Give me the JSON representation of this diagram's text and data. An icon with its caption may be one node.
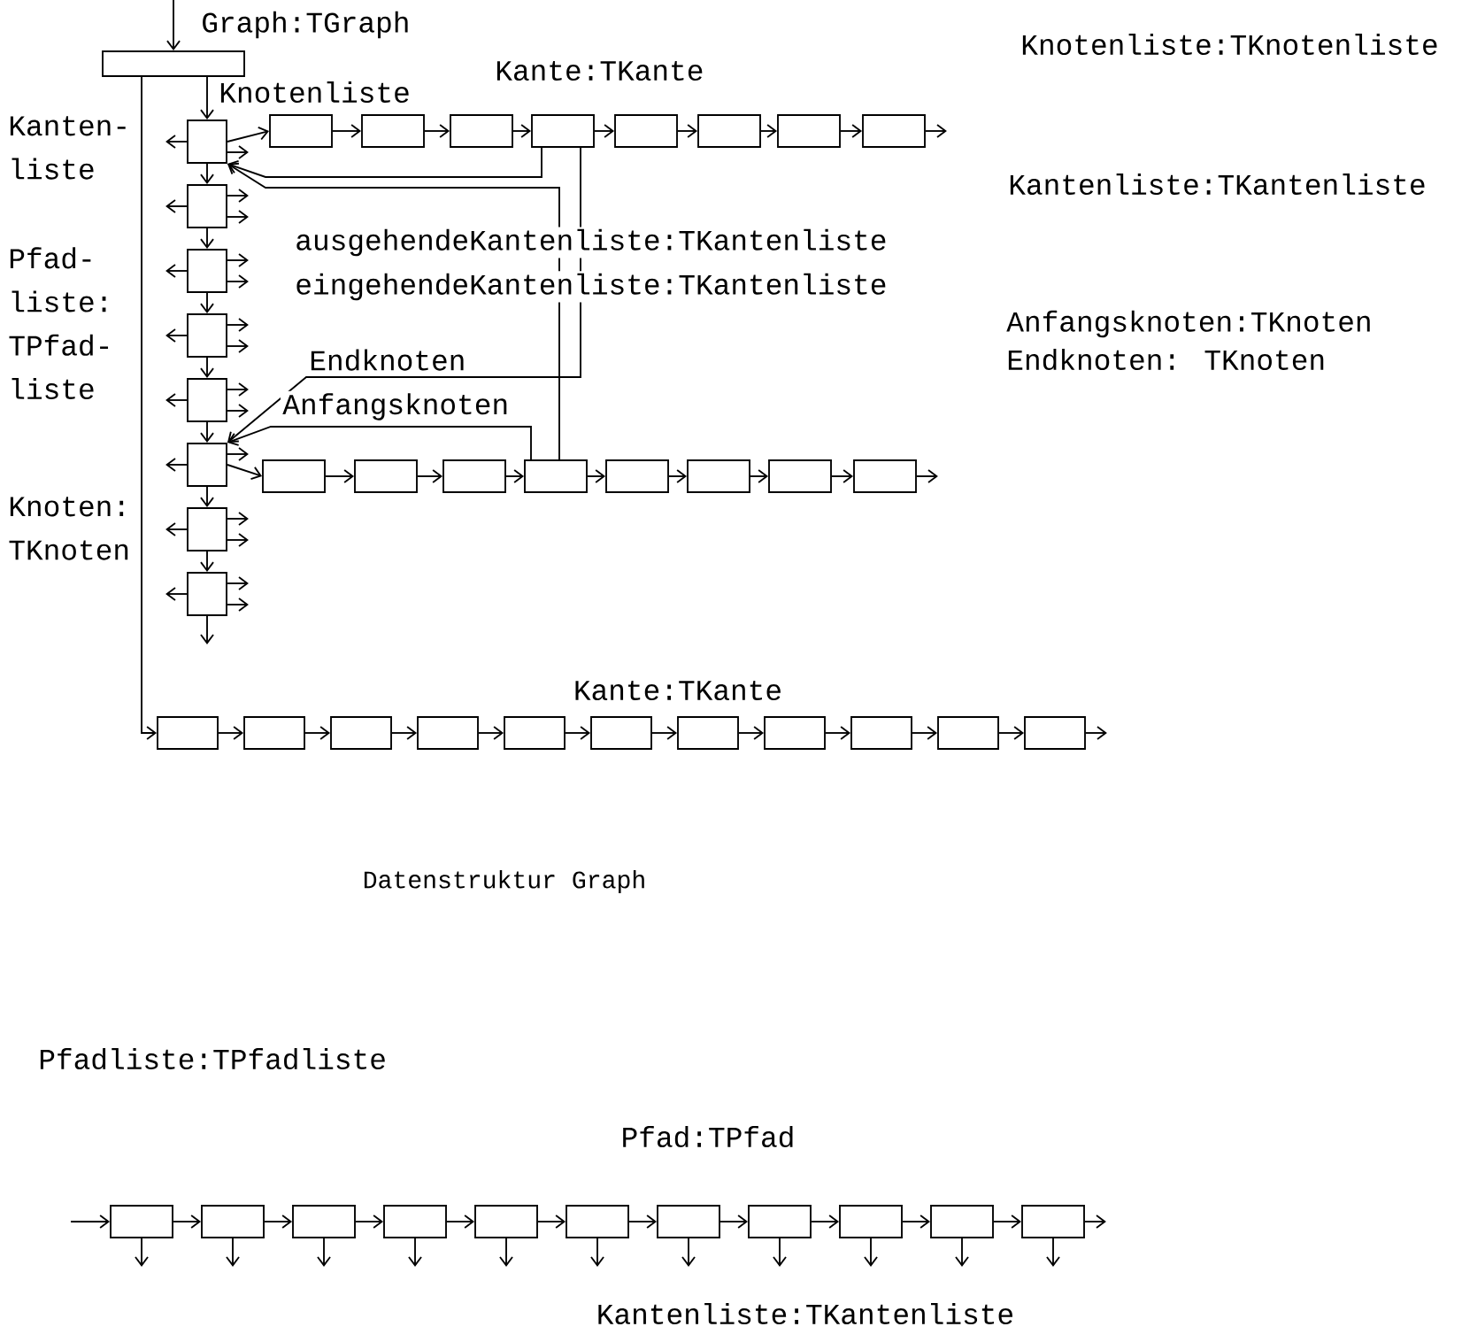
{
  "diagram": {
    "caption": "Datenstruktur Graph",
    "nodes": [
      {
        "text": [],
        "shape": "box"
      },
      {
        "text": [],
        "shape": "box"
      },
      {
        "text": [],
        "shape": "box"
      },
      {
        "text": [],
        "shape": "box"
      },
      {
        "text": [],
        "shape": "box"
      },
      {
        "text": [],
        "shape": "box"
      },
      {
        "text": [],
        "shape": "box"
      },
      {
        "text": [],
        "shape": "box"
      },
      {
        "text": [],
        "shape": "box"
      },
      {
        "text": [],
        "shape": "box"
      },
      {
        "text": [],
        "shape": "box"
      },
      {
        "text": [],
        "shape": "box"
      },
      {
        "text": [],
        "shape": "box"
      },
      {
        "text": [],
        "shape": "box"
      },
      {
        "text": [],
        "shape": "box"
      },
      {
        "text": [],
        "shape": "box"
      },
      {
        "text": [],
        "shape": "box"
      },
      {
        "text": [],
        "shape": "box"
      },
      {
        "text": [],
        "shape": "box"
      },
      {
        "text": [],
        "shape": "box"
      },
      {
        "text": [],
        "shape": "box"
      },
      {
        "text": [],
        "shape": "box"
      },
      {
        "text": [],
        "shape": "box"
      },
      {
        "text": [],
        "shape": "box"
      },
      {
        "text": [],
        "shape": "box"
      },
      {
        "text": [],
        "shape": "box"
      },
      {
        "text": [],
        "shape": "box"
      },
      {
        "text": [],
        "shape": "box"
      },
      {
        "text": [],
        "shape": "box"
      },
      {
        "text": [],
        "shape": "box"
      },
      {
        "text": [],
        "shape": "box"
      },
      {
        "text": [],
        "shape": "box"
      },
      {
        "text": [],
        "shape": "box"
      },
      {
        "text": [],
        "shape": "box"
      },
      {
        "text": [],
        "shape": "box"
      },
      {
        "text": [],
        "shape": "box"
      },
      {
        "text": [],
        "shape": "box"
      },
      {
        "text": [],
        "shape": "box"
      },
      {
        "text": [],
        "shape": "box"
      },
      {
        "text": [],
        "shape": "box"
      },
      {
        "text": [],
        "shape": "box"
      },
      {
        "text": [],
        "shape": "box"
      },
      {
        "text": [],
        "shape": "box"
      },
      {
        "text": [],
        "shape": "box"
      },
      {
        "text": [],
        "shape": "box"
      },
      {
        "text": [],
        "shape": "box"
      },
      {
        "text": [],
        "shape": "box"
      }
    ],
    "edges": [
      {
        "from": null,
        "to": 0,
        "arrow": "to"
      },
      {
        "from": 0,
        "to": 1,
        "arrow": "to"
      },
      {
        "from": 0,
        "to": 25,
        "arrow": "to"
      },
      {
        "from": 1,
        "to": null,
        "arrow": "to"
      },
      {
        "from": 1,
        "to": 9,
        "arrow": "to"
      },
      {
        "from": 1,
        "to": null,
        "arrow": "to"
      },
      {
        "from": 1,
        "to": 2,
        "arrow": "to"
      },
      {
        "from": 2,
        "to": null,
        "arrow": "to"
      },
      {
        "from": 2,
        "to": null,
        "arrow": "to"
      },
      {
        "from": 2,
        "to": null,
        "arrow": "to"
      },
      {
        "from": 2,
        "to": 3,
        "arrow": "to"
      },
      {
        "from": 3,
        "to": null,
        "arrow": "to"
      },
      {
        "from": 3,
        "to": null,
        "arrow": "to"
      },
      {
        "from": 3,
        "to": null,
        "arrow": "to"
      },
      {
        "from": 3,
        "to": 4,
        "arrow": "to"
      },
      {
        "from": 4,
        "to": null,
        "arrow": "to"
      },
      {
        "from": 4,
        "to": null,
        "arrow": "to"
      },
      {
        "from": 4,
        "to": null,
        "arrow": "to"
      },
      {
        "from": 4,
        "to": 5,
        "arrow": "to"
      },
      {
        "from": 5,
        "to": null,
        "arrow": "to"
      },
      {
        "from": 5,
        "to": null,
        "arrow": "to"
      },
      {
        "from": 5,
        "to": null,
        "arrow": "to"
      },
      {
        "from": 5,
        "to": 6,
        "arrow": "to"
      },
      {
        "from": 6,
        "to": null,
        "arrow": "to"
      },
      {
        "from": 6,
        "to": null,
        "arrow": "to"
      },
      {
        "from": 6,
        "to": 17,
        "arrow": "to"
      },
      {
        "from": 6,
        "to": 7,
        "arrow": "to"
      },
      {
        "from": 7,
        "to": null,
        "arrow": "to"
      },
      {
        "from": 7,
        "to": null,
        "arrow": "to"
      },
      {
        "from": 7,
        "to": null,
        "arrow": "to"
      },
      {
        "from": 7,
        "to": 8,
        "arrow": "to"
      },
      {
        "from": 8,
        "to": null,
        "arrow": "to"
      },
      {
        "from": 8,
        "to": null,
        "arrow": "to"
      },
      {
        "from": 8,
        "to": null,
        "arrow": "to"
      },
      {
        "from": 8,
        "to": null,
        "arrow": "to"
      },
      {
        "from": 9,
        "to": 10,
        "arrow": "to"
      },
      {
        "from": 10,
        "to": 11,
        "arrow": "to"
      },
      {
        "from": 11,
        "to": 12,
        "arrow": "to"
      },
      {
        "from": 12,
        "to": 13,
        "arrow": "to"
      },
      {
        "from": 13,
        "to": 14,
        "arrow": "to"
      },
      {
        "from": 14,
        "to": 15,
        "arrow": "to"
      },
      {
        "from": 15,
        "to": 16,
        "arrow": "to"
      },
      {
        "from": 16,
        "to": null,
        "arrow": "to"
      },
      {
        "from": 17,
        "to": 18,
        "arrow": "to"
      },
      {
        "from": 18,
        "to": 19,
        "arrow": "to"
      },
      {
        "from": 19,
        "to": 20,
        "arrow": "to"
      },
      {
        "from": 20,
        "to": 21,
        "arrow": "to"
      },
      {
        "from": 21,
        "to": 22,
        "arrow": "to"
      },
      {
        "from": 22,
        "to": 23,
        "arrow": "to"
      },
      {
        "from": 23,
        "to": 24,
        "arrow": "to"
      },
      {
        "from": 24,
        "to": null,
        "arrow": "to"
      },
      {
        "from": 25,
        "to": 26,
        "arrow": "to"
      },
      {
        "from": 26,
        "to": 27,
        "arrow": "to"
      },
      {
        "from": 27,
        "to": 28,
        "arrow": "to"
      },
      {
        "from": 28,
        "to": 29,
        "arrow": "to"
      },
      {
        "from": 29,
        "to": 30,
        "arrow": "to"
      },
      {
        "from": 30,
        "to": 31,
        "arrow": "to"
      },
      {
        "from": 31,
        "to": 32,
        "arrow": "to"
      },
      {
        "from": 32,
        "to": 33,
        "arrow": "to"
      },
      {
        "from": 33,
        "to": 34,
        "arrow": "to"
      },
      {
        "from": 34,
        "to": 35,
        "arrow": "to"
      },
      {
        "from": 35,
        "to": null,
        "arrow": "to"
      },
      {
        "from": null,
        "to": 36,
        "arrow": "to"
      },
      {
        "from": 36,
        "to": 37,
        "arrow": "to"
      },
      {
        "from": 37,
        "to": 38,
        "arrow": "to"
      },
      {
        "from": 38,
        "to": 39,
        "arrow": "to"
      },
      {
        "from": 39,
        "to": 40,
        "arrow": "to"
      },
      {
        "from": 40,
        "to": 41,
        "arrow": "to"
      },
      {
        "from": 41,
        "to": 42,
        "arrow": "to"
      },
      {
        "from": 42,
        "to": 43,
        "arrow": "to"
      },
      {
        "from": 43,
        "to": 44,
        "arrow": "to"
      },
      {
        "from": 44,
        "to": 45,
        "arrow": "to"
      },
      {
        "from": 45,
        "to": 46,
        "arrow": "to"
      },
      {
        "from": 46,
        "to": null,
        "arrow": "to"
      },
      {
        "from": 36,
        "to": null,
        "arrow": "to"
      },
      {
        "from": 37,
        "to": null,
        "arrow": "to"
      },
      {
        "from": 38,
        "to": null,
        "arrow": "to"
      },
      {
        "from": 39,
        "to": null,
        "arrow": "to"
      },
      {
        "from": 40,
        "to": null,
        "arrow": "to"
      },
      {
        "from": 41,
        "to": null,
        "arrow": "to"
      },
      {
        "from": 42,
        "to": null,
        "arrow": "to"
      },
      {
        "from": 43,
        "to": null,
        "arrow": "to"
      },
      {
        "from": 44,
        "to": null,
        "arrow": "to"
      },
      {
        "from": 45,
        "to": null,
        "arrow": "to"
      },
      {
        "from": 46,
        "to": null,
        "arrow": "to"
      },
      {
        "from": 12,
        "to": 1,
        "arrow": "to"
      },
      {
        "from": 12,
        "to": 6,
        "arrow": "to",
        "label": "Endknoten"
      },
      {
        "from": 20,
        "to": 1,
        "arrow": "to"
      },
      {
        "from": 20,
        "to": 6,
        "arrow": "to",
        "label": "Anfangsknoten"
      }
    ],
    "labels": [
      "Graph:TGraph",
      "Knotenliste",
      "Kante:TKante",
      "Knotenliste:TKnotenliste",
      "Kanten- liste",
      "Kantenliste:TKantenliste",
      "ausgehendeKantenliste:TKantenliste",
      "eingehendeKantenliste:TKantenliste",
      "Pfad- liste: TPfad- liste",
      "Anfangsknoten:TKnoten",
      "Endknoten: TKnoten",
      "Knoten: TKnoten",
      "Kante:TKante",
      "Pfadliste:TPfadliste",
      "Pfad:TPfad",
      "Kantenliste:TKantenliste"
    ]
  }
}
